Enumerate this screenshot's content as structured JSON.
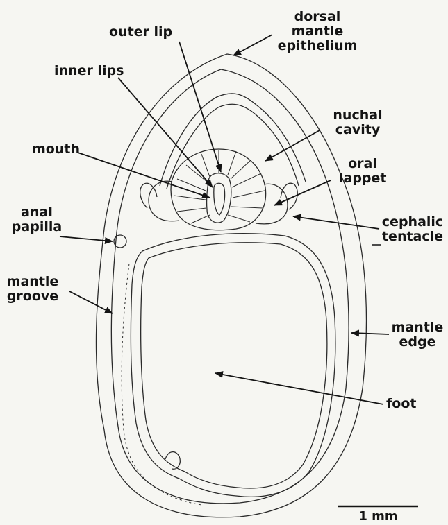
{
  "labels": {
    "dorsal_mantle_epithelium": [
      "dorsal",
      "mantle",
      "epithelium"
    ],
    "outer_lip": "outer lip",
    "inner_lips": "inner lips",
    "nuchal_cavity": [
      "nuchal",
      "cavity"
    ],
    "mouth": "mouth",
    "oral_lappet": [
      "oral",
      "lappet"
    ],
    "anal_papilla": [
      "anal",
      "papilla"
    ],
    "cephalic_tentacle": [
      "cephalic",
      "tentacle"
    ],
    "mantle_groove": [
      "mantle",
      "groove"
    ],
    "mantle_edge": [
      "mantle",
      "edge"
    ],
    "foot": "foot"
  },
  "scale_bar": {
    "label": "1 mm"
  },
  "colors": {
    "ink": "#141414",
    "paper": "#f6f6f2",
    "line": "#2a2a2a"
  }
}
